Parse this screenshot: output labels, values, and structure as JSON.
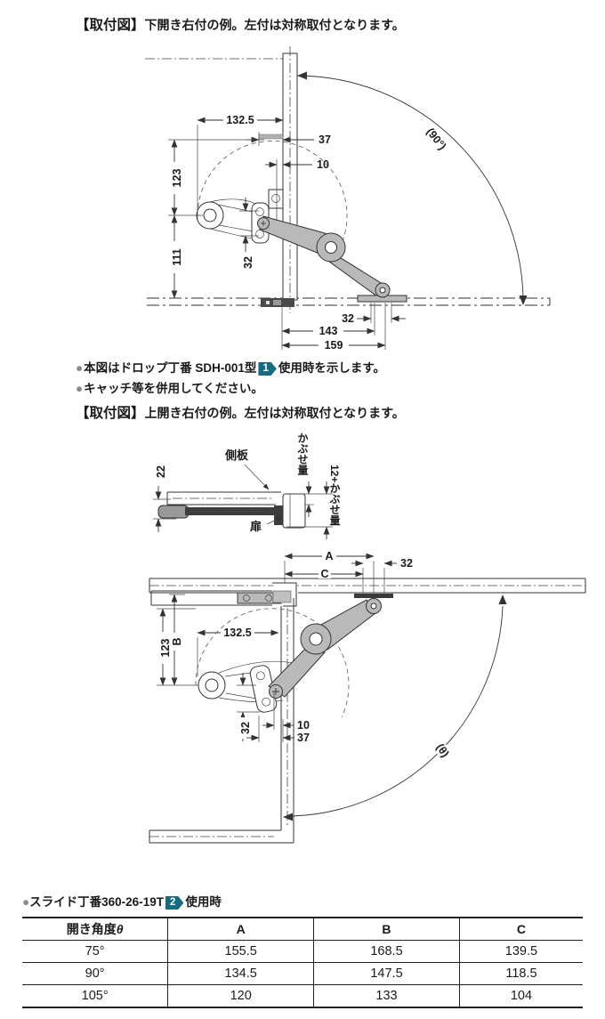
{
  "colors": {
    "badge_teal": "#156b80",
    "arm_gray": "#b9b9b9",
    "bullet_gray": "#8a8a8a",
    "line": "#333333"
  },
  "section1": {
    "heading_bracket": "【取付図】",
    "heading_text": "下開き右付の例。左付は対称取付となります。",
    "note1_pre": "本図はドロップ丁番 SDH-001型",
    "note1_badge": "1",
    "note1_post": "使用時を示します。",
    "note2": "キャッチ等を併用してください。",
    "dims": {
      "w1325": "132.5",
      "w37": "37",
      "w10": "10",
      "h123": "123",
      "h111": "111",
      "h32": "32",
      "b32": "32",
      "b143": "143",
      "b159": "159",
      "angle": "(90°)"
    }
  },
  "section2": {
    "heading_bracket": "【取付図】",
    "heading_text": "上開き右付の例。左付は対称取付となります。",
    "labels": {
      "side_panel": "側板",
      "door": "扉",
      "overlay": "かぶせ量",
      "overlay12": "12+かぶせ量"
    },
    "dims": {
      "t22": "22",
      "A": "A",
      "C": "C",
      "t32": "32",
      "B": "B",
      "h123": "123",
      "w1325": "132.5",
      "b32": "32",
      "b10": "10",
      "b37": "37",
      "angle": "(θ)"
    }
  },
  "footer": {
    "note_pre": "スライド丁番360-26-19T",
    "badge": "2",
    "note_post": "使用時"
  },
  "table": {
    "col0_label": "開き角度",
    "col0_theta": "θ",
    "cols": [
      "A",
      "B",
      "C"
    ],
    "rows": [
      [
        "75°",
        "155.5",
        "168.5",
        "139.5"
      ],
      [
        "90°",
        "134.5",
        "147.5",
        "118.5"
      ],
      [
        "105°",
        "120",
        "133",
        "104"
      ]
    ]
  }
}
